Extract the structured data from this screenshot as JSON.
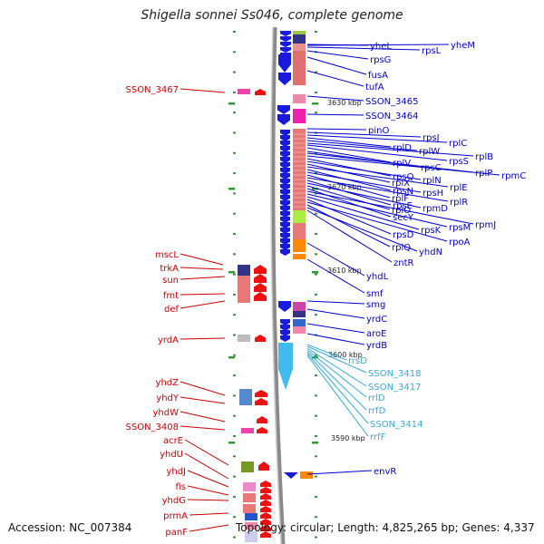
{
  "title": "Shigella sonnei Ss046, complete genome",
  "footer": {
    "accession": "Accession: NC_007384",
    "stats": "Topology: circular; Length: 4,825,265 bp; Genes: 4,337"
  },
  "colors": {
    "left_labels": "#cc0000",
    "right_labels": "#0000cc",
    "rna_labels": "#33aadd",
    "backbone": "#888888"
  },
  "kbp_markers": [
    "3630 kbp",
    "3620 kbp",
    "3610 kbp",
    "3600 kbp",
    "3590 kbp"
  ],
  "left_genes": [
    "SSON_3467",
    "mscL",
    "trkA",
    "sun",
    "fmt",
    "def",
    "yrdA",
    "yhdZ",
    "yhdY",
    "yhdW",
    "SSON_3408",
    "acrE",
    "yhdU",
    "yhdJ",
    "fis",
    "yhdG",
    "prmA",
    "panF"
  ],
  "right_genes": [
    "yheL",
    "yheM",
    "rpsL",
    "rpsG",
    "fusA",
    "tufA",
    "SSON_3465",
    "SSON_3464",
    "pinO",
    "rpsJ",
    "rplC",
    "rplD",
    "rplW",
    "rplB",
    "rpsS",
    "rplV",
    "rpsC",
    "rplP",
    "rpmC",
    "rpsQ",
    "rplN",
    "rplX",
    "rplE",
    "rpsN",
    "rpsH",
    "rplF",
    "rplR",
    "rpsE",
    "rpmD",
    "rplO",
    "secY",
    "rpmJ",
    "rpsM",
    "rpsK",
    "rpsD",
    "rpoA",
    "rplQ",
    "yhdN",
    "zntR",
    "yhdL",
    "smf",
    "smg",
    "yrdC",
    "aroE",
    "yrdB",
    "rrsD",
    "SSON_3418",
    "SSON_3417",
    "rrlD",
    "rrfD",
    "SSON_3414",
    "rrfF",
    "envR"
  ]
}
